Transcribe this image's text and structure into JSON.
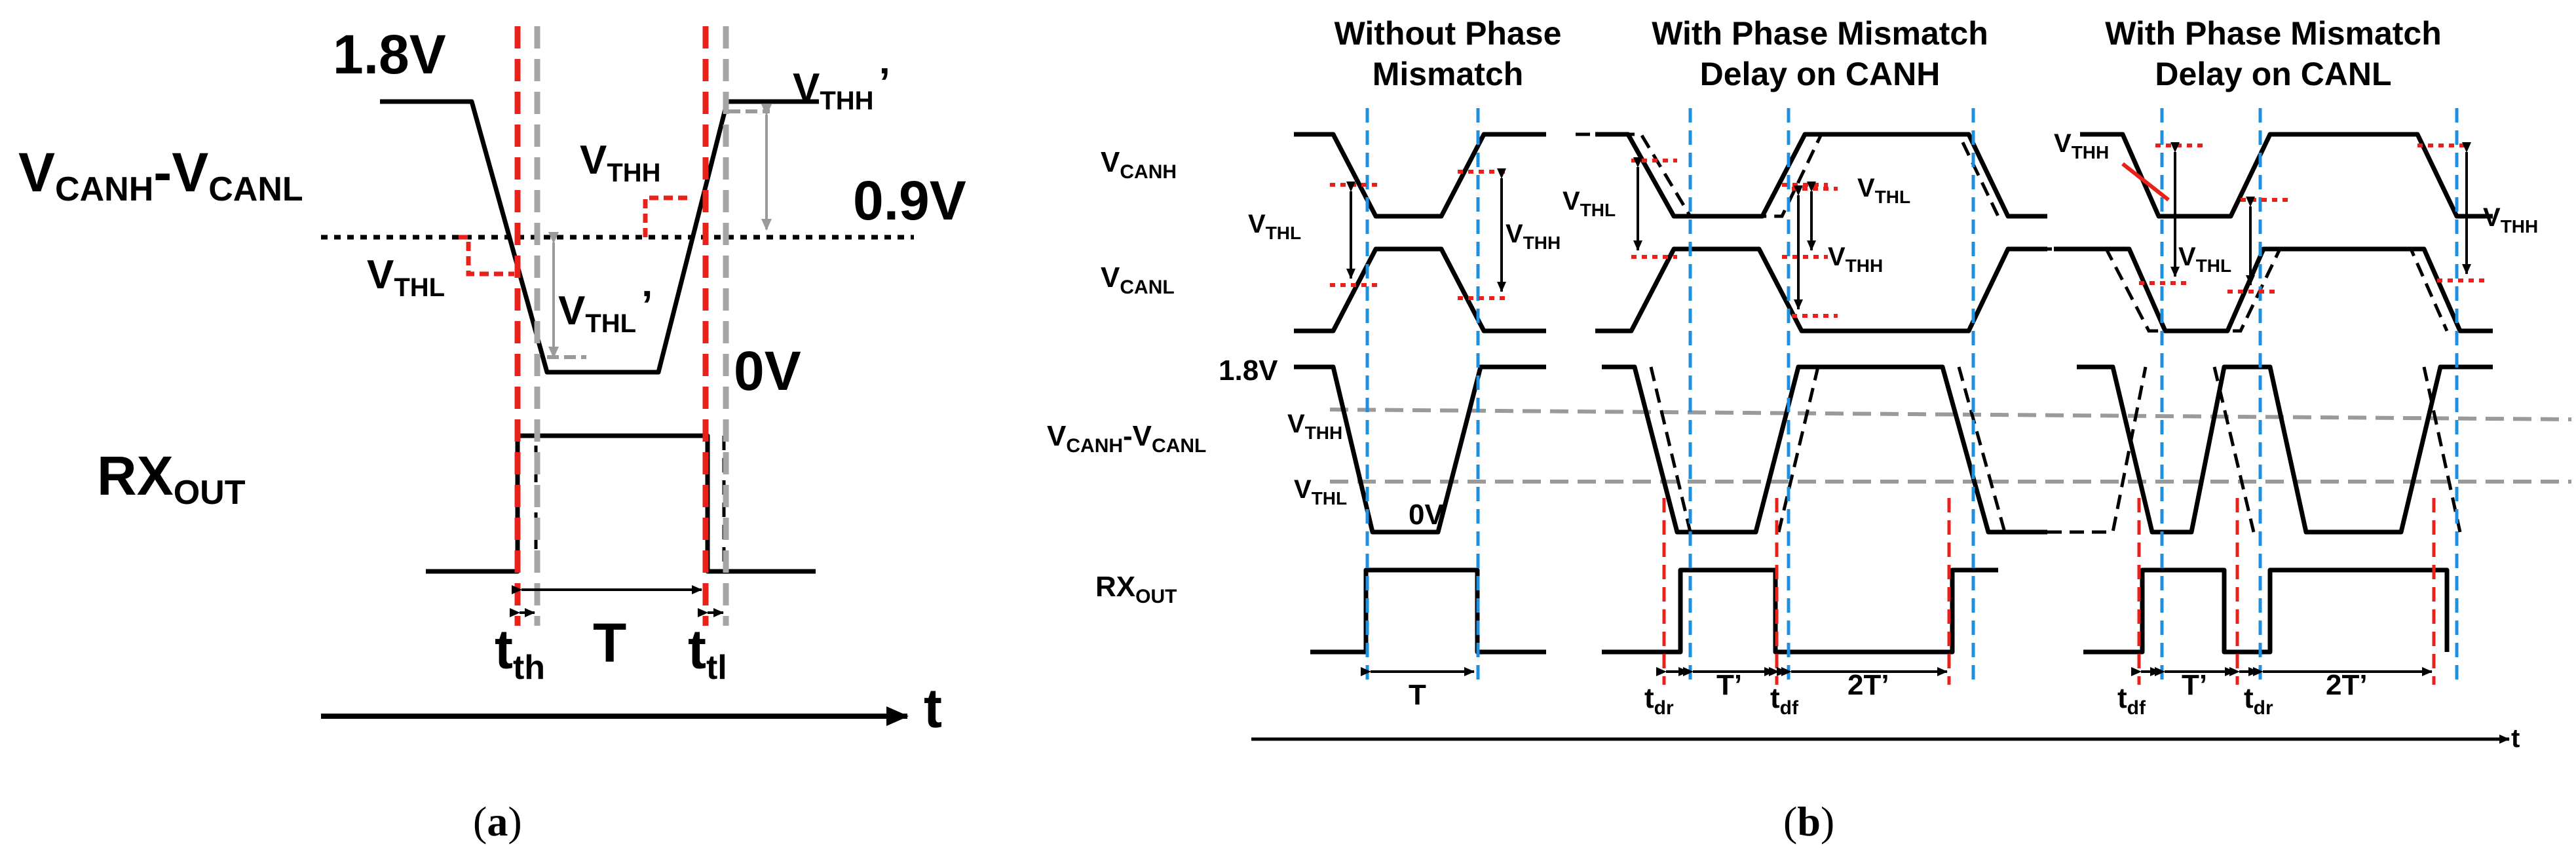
{
  "panel_a": {
    "v_high": "1.8V",
    "v_mid": "0.9V",
    "v_low": "0V",
    "signal_main": "V",
    "signal_canh_sub": "CANH",
    "signal_dash": "-V",
    "signal_canl_sub": "CANL",
    "vthh_main": "V",
    "vthh_sub": "THH",
    "vthh_prime_main": "V",
    "vthh_prime_sub": "THH",
    "vthh_prime_mark": "’",
    "vthl_main": "V",
    "vthl_sub": "THL",
    "vthl_prime_main": "V",
    "vthl_prime_sub": "THL",
    "vthl_prime_mark": "’",
    "rx_main": "RX",
    "rx_sub": "OUT",
    "tth_main": "t",
    "tth_sub": "th",
    "period": "T",
    "ttl_main": "t",
    "ttl_sub": "tl",
    "time_axis": "t",
    "caption": "a"
  },
  "panel_b": {
    "col1_title_1": "Without Phase",
    "col1_title_2": "Mismatch",
    "col2_title_1": "With Phase Mismatch",
    "col2_title_2": "Delay on CANH",
    "col3_title_1": "With Phase Mismatch",
    "col3_title_2": "Delay on CANL",
    "row_canh_main": "V",
    "row_canh_sub": "CANH",
    "row_canl_main": "V",
    "row_canl_sub": "CANL",
    "row_diff_main": "V",
    "row_diff_sub1": "CANH",
    "row_diff_mid": "-V",
    "row_diff_sub2": "CANL",
    "row_rx_main": "RX",
    "row_rx_sub": "OUT",
    "v_high": "1.8V",
    "v_low": "0V",
    "vthh_main": "V",
    "vthh_sub": "THH",
    "vthl_main": "V",
    "vthl_sub": "THL",
    "c1_vthl_main": "V",
    "c1_vthl_sub": "THL",
    "c1_vthh_main": "V",
    "c1_vthh_sub": "THH",
    "c1_period": "T",
    "c2_vthl_main": "V",
    "c2_vthl_sub": "THL",
    "c2_vthl2_main": "V",
    "c2_vthl2_sub": "THL",
    "c2_vthh_main": "V",
    "c2_vthh_sub": "THH",
    "c2_tdr_main": "t",
    "c2_tdr_sub": "dr",
    "c2_tprime": "T’",
    "c2_tdf_main": "t",
    "c2_tdf_sub": "df",
    "c2_2tprime": "2T’",
    "c3_vthh_main": "V",
    "c3_vthh_sub": "THH",
    "c3_vthl_main": "V",
    "c3_vthl_sub": "THL",
    "c3_vthh2_main": "V",
    "c3_vthh2_sub": "THH",
    "c3_tdf_main": "t",
    "c3_tdf_sub": "df",
    "c3_tprime": "T’",
    "c3_tdr_main": "t",
    "c3_tdr_sub": "dr",
    "c3_2tprime": "2T’",
    "time_axis": "t",
    "caption": "b"
  },
  "colors": {
    "signal": "#000000",
    "threshold_red": "#e8221b",
    "reference_gray": "#a6a6a6",
    "marker_blue": "#1e90e0"
  }
}
